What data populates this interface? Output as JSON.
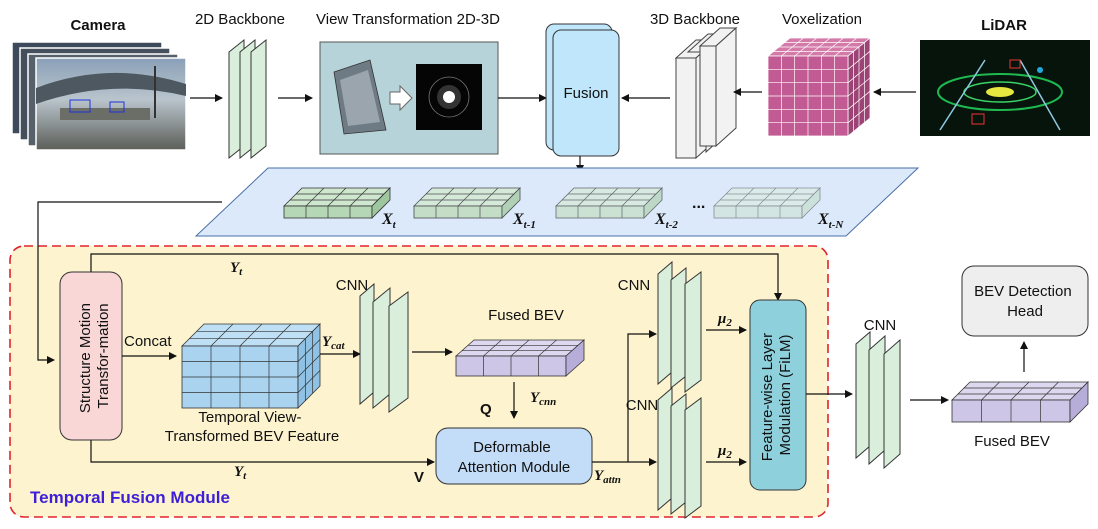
{
  "labels": {
    "camera": "Camera",
    "lidar": "LiDAR",
    "backbone_2d": "2D Backbone",
    "view_transform": "View Transformation 2D-3D",
    "backbone_3d": "3D Backbone",
    "voxelization": "Voxelization",
    "fusion": "Fusion",
    "structure_motion": "Structure Motion",
    "transformation": "Transfor-mation",
    "concat": "Concat",
    "cnn_1": "CNN",
    "cnn_2": "CNN",
    "cnn_3": "CNN",
    "cnn_4": "CNN",
    "fused_bev_top": "Fused BEV",
    "fused_bev_out": "Fused BEV",
    "temporal_feature_line1": "Temporal View-",
    "temporal_feature_line2": "Transformed BEV Feature",
    "deformable_line1": "Deformable",
    "deformable_line2": "Attention Module",
    "film_line1": "Feature-wise Layer",
    "film_line2": "Modulation (FiLM)",
    "bev_head_line1": "BEV Detection",
    "bev_head_line2": "Head",
    "module_title": "Temporal Fusion Module",
    "q": "Q",
    "v": "V",
    "ellipsis": "..."
  },
  "math": {
    "x_t": {
      "base": "X",
      "sub": "t"
    },
    "x_t1": {
      "base": "X",
      "sub": "t-1"
    },
    "x_t2": {
      "base": "X",
      "sub": "t-2"
    },
    "x_tn": {
      "base": "X",
      "sub": "t-N"
    },
    "y_t_top": {
      "base": "Y",
      "sub": "t"
    },
    "y_t_bottom": {
      "base": "Y",
      "sub": "t"
    },
    "y_cat": {
      "base": "Y",
      "sub": "cat"
    },
    "y_cnn": {
      "base": "Y",
      "sub": "cnn"
    },
    "y_attn": {
      "base": "Y",
      "sub": "attn"
    },
    "mu_1": {
      "base": "μ",
      "sub": "2"
    },
    "mu_2": {
      "base": "μ",
      "sub": "2"
    }
  },
  "colors": {
    "module_bg": "#fdf3cf",
    "module_border": "#e0242a",
    "module_title": "#3d1fd6",
    "cnn_fill": "#d9efdc",
    "fusion_fill": "#bfe6fb",
    "bev_grid_fill": "#cfe6cf",
    "temporal_cube": "#a9d3ee",
    "fused_bev": "#cdc6e6",
    "structure_fill": "#f9d7d7",
    "deformable_fill": "#c3dcf7",
    "film_fill": "#8ed1dc",
    "head_fill": "#eeeeee",
    "voxel_fill": "#c25a93"
  }
}
